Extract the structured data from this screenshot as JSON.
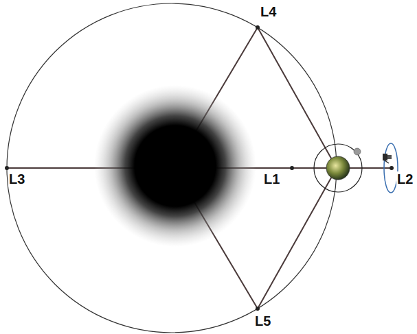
{
  "diagram": {
    "labels": [
      "L4",
      "L3",
      "L1",
      "L2",
      "L5"
    ]
  }
}
